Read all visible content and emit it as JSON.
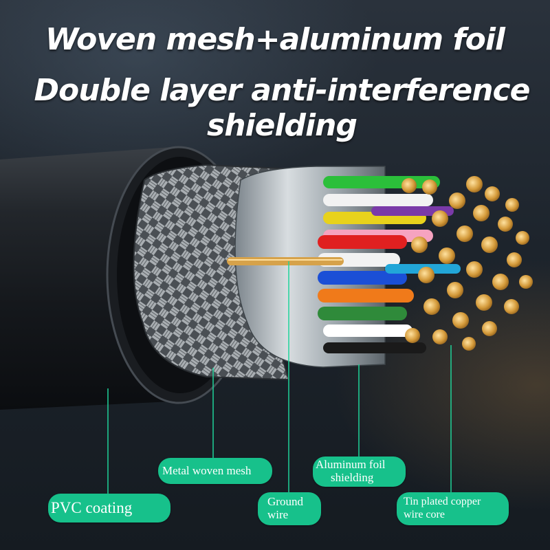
{
  "headline": {
    "line1": "Woven mesh+aluminum foil",
    "line2": "Double layer anti-interference shielding"
  },
  "callouts": {
    "pvc": "PVC coating",
    "mesh": "Metal woven mesh",
    "foil_line1": "Aluminum foil",
    "foil_line2": "shielding",
    "ground_line1": "Ground",
    "ground_line2": "wire",
    "copper_line1": "Tin plated copper",
    "copper_line2": "wire core"
  },
  "colors": {
    "callout_bg": "#17c18b",
    "leader_line": "#1fd49a",
    "background": "#1c232b"
  },
  "wire_colors": [
    "#2bbf3a",
    "#ffffff",
    "#e8d21c",
    "#e02020",
    "#1b4fd6",
    "#f07a1a",
    "#7a3aa8",
    "#1a1a1a",
    "#d9d9d9",
    "#22a6d8"
  ]
}
